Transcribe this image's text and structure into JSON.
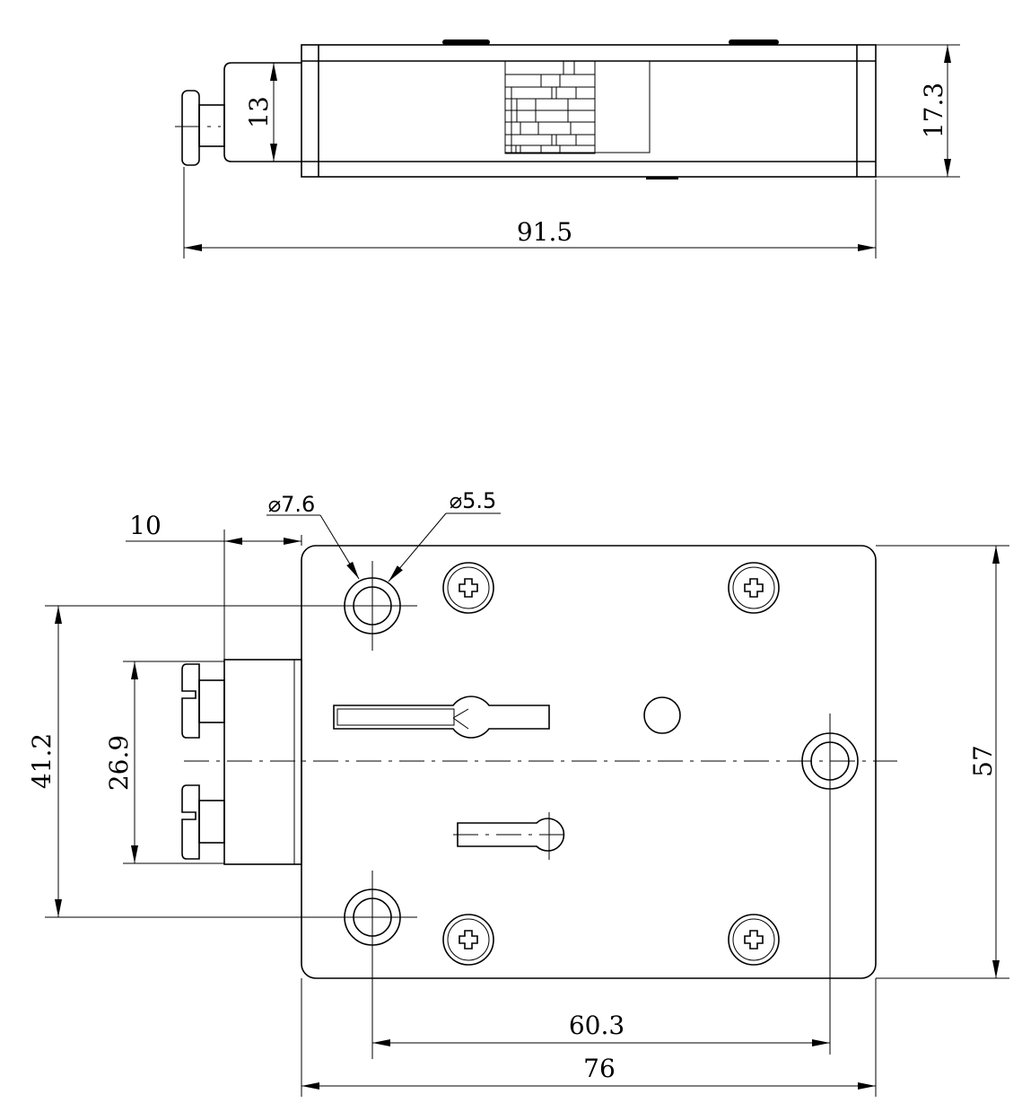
{
  "top_view": {
    "dim_bolt_height": "13",
    "dim_body_height": "17.3",
    "dim_total_length": "91.5"
  },
  "front_view": {
    "dim_bolt_offset": "10",
    "dim_hole_large": "⌀7.6",
    "dim_hole_small": "⌀5.5",
    "dim_hole_spacing_vertical": "41.2",
    "dim_bolt_width": "26.9",
    "dim_plate_height": "57",
    "dim_hole_spacing_horizontal": "60.3",
    "dim_plate_width": "76"
  }
}
